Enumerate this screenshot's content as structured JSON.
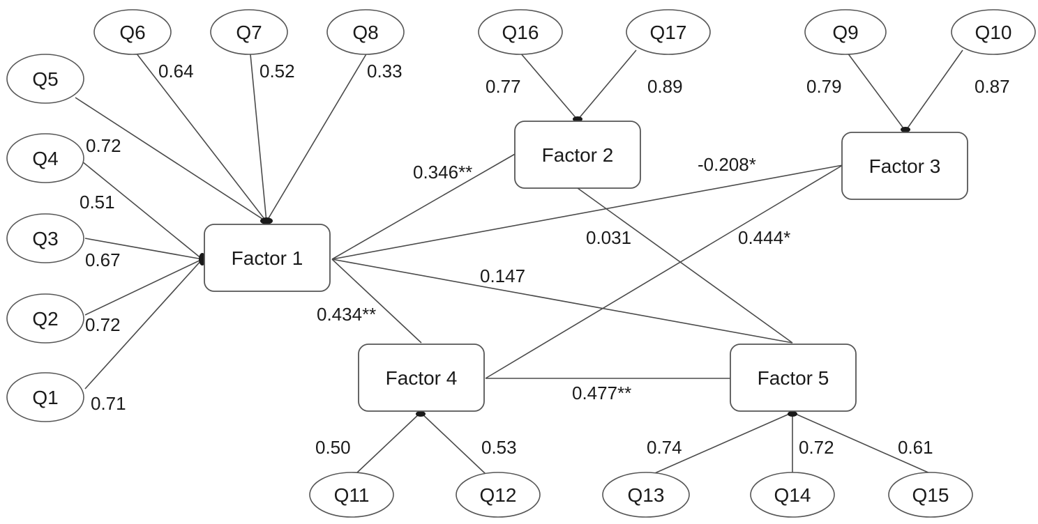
{
  "colors": {
    "line": "#4a4a4a",
    "node_stroke": "#555555",
    "text": "#1a1a1a",
    "background": "#ffffff"
  },
  "factors": [
    {
      "id": "F1",
      "label": "Factor 1"
    },
    {
      "id": "F2",
      "label": "Factor 2"
    },
    {
      "id": "F3",
      "label": "Factor 3"
    },
    {
      "id": "F4",
      "label": "Factor 4"
    },
    {
      "id": "F5",
      "label": "Factor 5"
    }
  ],
  "items": [
    {
      "id": "Q1",
      "label": "Q1",
      "factor": "F1",
      "loading": "0.71"
    },
    {
      "id": "Q2",
      "label": "Q2",
      "factor": "F1",
      "loading": "0.72"
    },
    {
      "id": "Q3",
      "label": "Q3",
      "factor": "F1",
      "loading": "0.67"
    },
    {
      "id": "Q4",
      "label": "Q4",
      "factor": "F1",
      "loading": "0.51"
    },
    {
      "id": "Q5",
      "label": "Q5",
      "factor": "F1",
      "loading": "0.72"
    },
    {
      "id": "Q6",
      "label": "Q6",
      "factor": "F1",
      "loading": "0.64"
    },
    {
      "id": "Q7",
      "label": "Q7",
      "factor": "F1",
      "loading": "0.52"
    },
    {
      "id": "Q8",
      "label": "Q8",
      "factor": "F1",
      "loading": "0.33"
    },
    {
      "id": "Q16",
      "label": "Q16",
      "factor": "F2",
      "loading": "0.77"
    },
    {
      "id": "Q17",
      "label": "Q17",
      "factor": "F2",
      "loading": "0.89"
    },
    {
      "id": "Q9",
      "label": "Q9",
      "factor": "F3",
      "loading": "0.79"
    },
    {
      "id": "Q10",
      "label": "Q10",
      "factor": "F3",
      "loading": "0.87"
    },
    {
      "id": "Q11",
      "label": "Q11",
      "factor": "F4",
      "loading": "0.50"
    },
    {
      "id": "Q12",
      "label": "Q12",
      "factor": "F4",
      "loading": "0.53"
    },
    {
      "id": "Q13",
      "label": "Q13",
      "factor": "F5",
      "loading": "0.74"
    },
    {
      "id": "Q14",
      "label": "Q14",
      "factor": "F5",
      "loading": "0.72"
    },
    {
      "id": "Q15",
      "label": "Q15",
      "factor": "F5",
      "loading": "0.61"
    }
  ],
  "correlations": [
    {
      "from": "F1",
      "to": "F2",
      "value": "0.346**"
    },
    {
      "from": "F1",
      "to": "F3",
      "value": "-0.208*"
    },
    {
      "from": "F1",
      "to": "F4",
      "value": "0.434**"
    },
    {
      "from": "F1",
      "to": "F5",
      "value": "0.147"
    },
    {
      "from": "F2",
      "to": "F5",
      "value": "0.031"
    },
    {
      "from": "F3",
      "to": "F4",
      "value": "0.444*"
    },
    {
      "from": "F4",
      "to": "F5",
      "value": "0.477**"
    }
  ]
}
